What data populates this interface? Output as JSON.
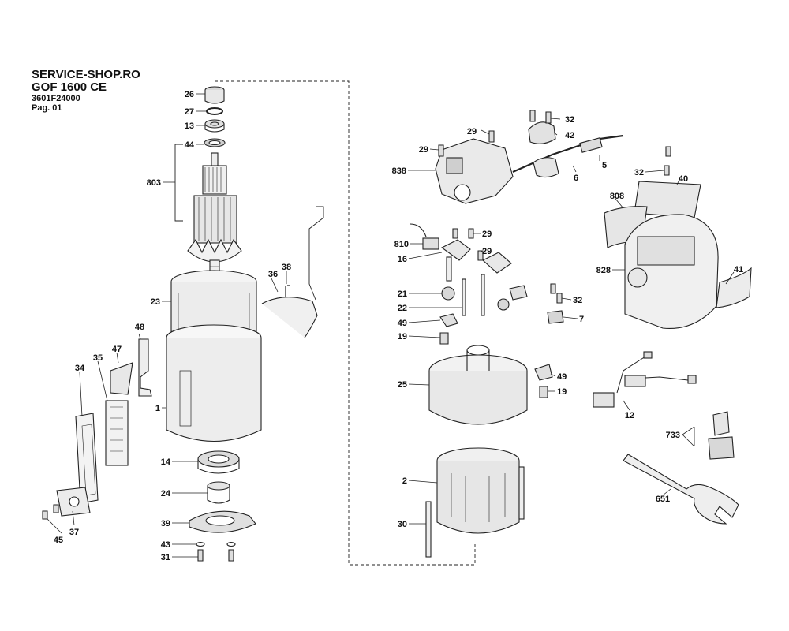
{
  "header": {
    "shop": "SERVICE-SHOP.RO",
    "model": "GOF 1600 CE",
    "part_number": "3601F24000",
    "page": "Pag. 01"
  },
  "callouts": [
    {
      "id": "c26",
      "label": "26"
    },
    {
      "id": "c27",
      "label": "27"
    },
    {
      "id": "c13",
      "label": "13"
    },
    {
      "id": "c44",
      "label": "44"
    },
    {
      "id": "c803",
      "label": "803"
    },
    {
      "id": "c23",
      "label": "23"
    },
    {
      "id": "c1",
      "label": "1"
    },
    {
      "id": "c14",
      "label": "14"
    },
    {
      "id": "c24",
      "label": "24"
    },
    {
      "id": "c39",
      "label": "39"
    },
    {
      "id": "c43",
      "label": "43"
    },
    {
      "id": "c31",
      "label": "31"
    },
    {
      "id": "c36",
      "label": "36"
    },
    {
      "id": "c38",
      "label": "38"
    },
    {
      "id": "c48",
      "label": "48"
    },
    {
      "id": "c47",
      "label": "47"
    },
    {
      "id": "c35",
      "label": "35"
    },
    {
      "id": "c34",
      "label": "34"
    },
    {
      "id": "c37",
      "label": "37"
    },
    {
      "id": "c45",
      "label": "45"
    },
    {
      "id": "c29a",
      "label": "29"
    },
    {
      "id": "c29b",
      "label": "29"
    },
    {
      "id": "c838",
      "label": "838"
    },
    {
      "id": "c32a",
      "label": "32"
    },
    {
      "id": "c42",
      "label": "42"
    },
    {
      "id": "c6",
      "label": "6"
    },
    {
      "id": "c5",
      "label": "5"
    },
    {
      "id": "c810",
      "label": "810"
    },
    {
      "id": "c29c",
      "label": "29"
    },
    {
      "id": "c16",
      "label": "16"
    },
    {
      "id": "c29d",
      "label": "29"
    },
    {
      "id": "c21",
      "label": "21"
    },
    {
      "id": "c22",
      "label": "22"
    },
    {
      "id": "c49a",
      "label": "49"
    },
    {
      "id": "c19a",
      "label": "19"
    },
    {
      "id": "c32b",
      "label": "32"
    },
    {
      "id": "c7",
      "label": "7"
    },
    {
      "id": "c25",
      "label": "25"
    },
    {
      "id": "c49b",
      "label": "49"
    },
    {
      "id": "c19b",
      "label": "19"
    },
    {
      "id": "c2",
      "label": "2"
    },
    {
      "id": "c30",
      "label": "30"
    },
    {
      "id": "c32c",
      "label": "32"
    },
    {
      "id": "c40",
      "label": "40"
    },
    {
      "id": "c808",
      "label": "808"
    },
    {
      "id": "c828",
      "label": "828"
    },
    {
      "id": "c41",
      "label": "41"
    },
    {
      "id": "c12",
      "label": "12"
    },
    {
      "id": "c733",
      "label": "733"
    },
    {
      "id": "c651",
      "label": "651"
    }
  ]
}
